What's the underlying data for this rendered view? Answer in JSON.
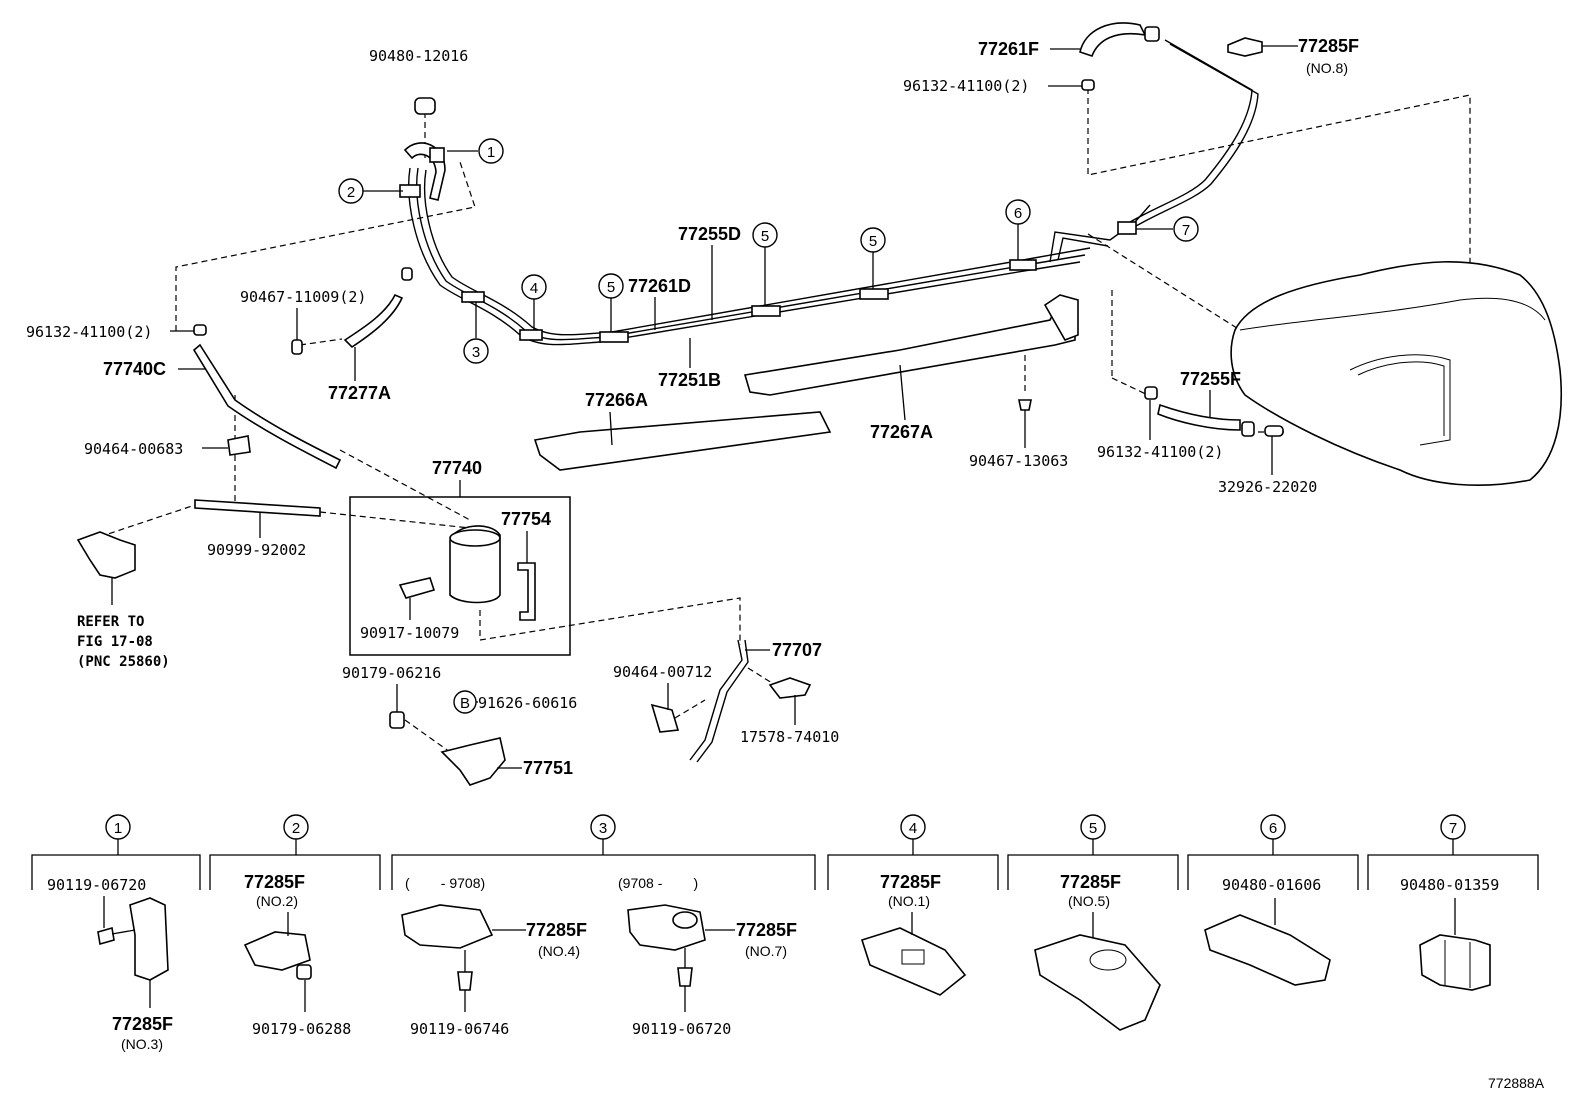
{
  "labels": {
    "p9048012016": "90480-12016",
    "p96132_top": "96132-41100(2)",
    "p77261F": "77261F",
    "p77285F_no8": "77285F",
    "no8": "(NO.8)",
    "p96132_left": "96132-41100(2)",
    "p90467_11009": "90467-11009(2)",
    "p77277A": "77277A",
    "p77740C": "77740C",
    "p77255D": "77255D",
    "p77261D": "77261D",
    "p77251B": "77251B",
    "p77266A": "77266A",
    "p77267A": "77267A",
    "p77255F": "77255F",
    "p96132_right": "96132-41100(2)",
    "p32926": "32926-22020",
    "p90467_13063": "90467-13063",
    "p90464_00683": "90464-00683",
    "p77740": "77740",
    "p77754": "77754",
    "p90999": "90999-92002",
    "p90917": "90917-10079",
    "refer1": "REFER TO",
    "refer2": "FIG 17-08",
    "refer3": "(PNC 25860)",
    "p90179_06216": "90179-06216",
    "p91626": "91626-60616",
    "p77751": "77751",
    "p90464_00712": "90464-00712",
    "p77707": "77707",
    "p17578": "17578-74010",
    "callB": "B",
    "figid": "772888A"
  },
  "callouts": [
    "1",
    "2",
    "3",
    "4",
    "5",
    "6",
    "7"
  ],
  "legend": [
    {
      "num": "1",
      "top_label": "90119-06720",
      "bottom_label": "77285F",
      "bottom_sub": "(NO.3)"
    },
    {
      "num": "2",
      "top_label": "77285F",
      "top_sub": "(NO.2)",
      "bottom_label": "90179-06288"
    },
    {
      "num": "3",
      "range_left": "(        - 9708)",
      "range_right": "(9708 -        )",
      "left_part": "77285F",
      "left_sub": "(NO.4)",
      "left_bolt": "90119-06746",
      "right_part": "77285F",
      "right_sub": "(NO.7)",
      "right_bolt": "90119-06720"
    },
    {
      "num": "4",
      "top_label": "77285F",
      "top_sub": "(NO.1)"
    },
    {
      "num": "5",
      "top_label": "77285F",
      "top_sub": "(NO.5)"
    },
    {
      "num": "6",
      "top_label": "90480-01606"
    },
    {
      "num": "7",
      "top_label": "90480-01359"
    }
  ]
}
